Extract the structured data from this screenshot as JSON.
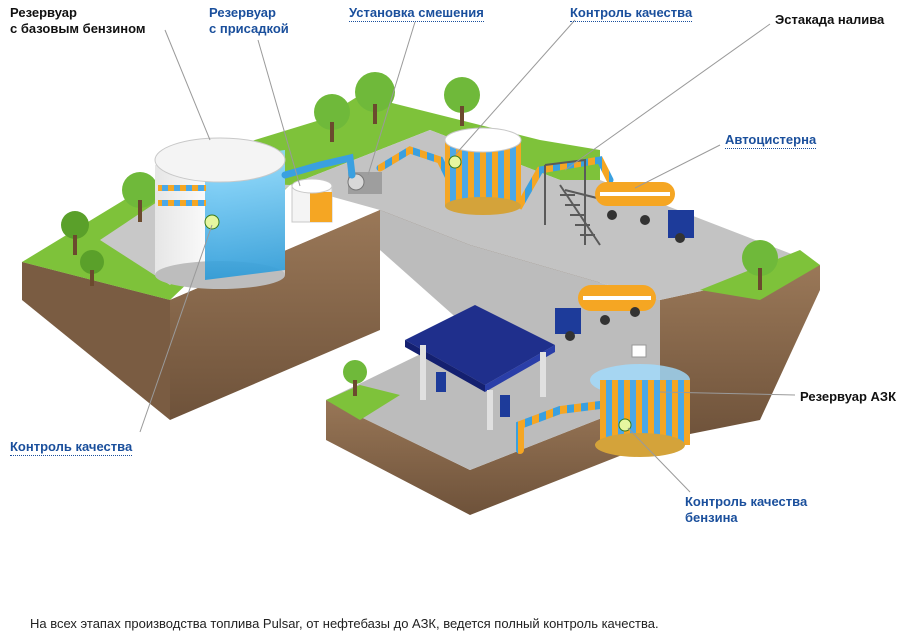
{
  "labels": {
    "base_tank": "Резервуар\nс базовым бензином",
    "additive_tank": "Резервуар\nс присадкой",
    "mixing_unit": "Установка смешения",
    "quality_top": "Контроль качества",
    "loading_rack": "Эстакада налива",
    "tanker_truck": "Автоцистерна",
    "station_tank": "Резервуар АЗК",
    "quality_left": "Контроль качества",
    "fuel_quality": "Контроль качества\nбензина"
  },
  "caption": "На всех этапах производства топлива Pulsar, от нефтебазы до АЗК, ведется полный контроль качества.",
  "colors": {
    "link": "#1a4f9c",
    "label": "#111111",
    "grass": "#7ec23a",
    "soil": "#8a6a4e",
    "road": "#bfbfbf",
    "pipe_blue": "#3aa0e0",
    "pipe_orange": "#f5a623",
    "canopy": "#1f2f8c",
    "truck_cab": "#1d3b9a",
    "water": "#4fc3f7"
  }
}
